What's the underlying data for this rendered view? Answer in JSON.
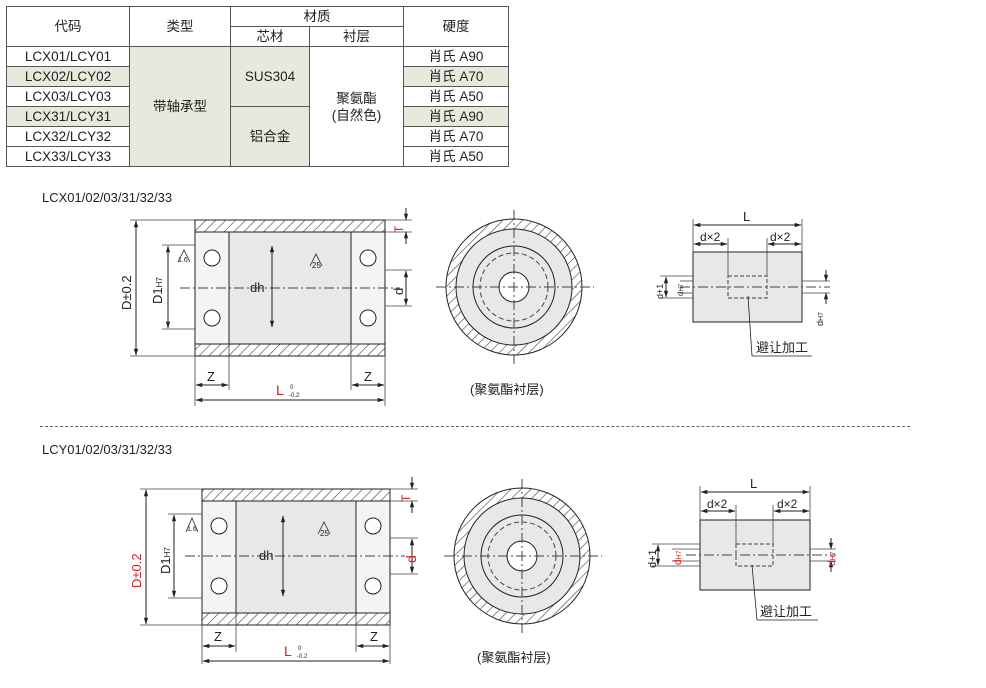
{
  "table": {
    "headers": {
      "code": "代码",
      "type": "类型",
      "material": "材质",
      "core": "芯材",
      "lining": "衬层",
      "hardness": "硬度"
    },
    "type_value": "带轴承型",
    "core_values": [
      "SUS304",
      "铝合金"
    ],
    "lining_value_line1": "聚氨酯",
    "lining_value_line2": "(自然色)",
    "rows": [
      {
        "code": "LCX01/LCY01",
        "hardness": "肖氏 A90",
        "shaded": false
      },
      {
        "code": "LCX02/LCY02",
        "hardness": "肖氏 A70",
        "shaded": true
      },
      {
        "code": "LCX03/LCY03",
        "hardness": "肖氏 A50",
        "shaded": false
      },
      {
        "code": "LCX31/LCY31",
        "hardness": "肖氏 A90",
        "shaded": true
      },
      {
        "code": "LCX32/LCY32",
        "hardness": "肖氏 A70",
        "shaded": false
      },
      {
        "code": "LCX33/LCY33",
        "hardness": "肖氏 A50",
        "shaded": false
      }
    ]
  },
  "section_lcx": {
    "title": "LCX01/02/03/31/32/33"
  },
  "section_lcy": {
    "title": "LCY01/02/03/31/32/33"
  },
  "dims": {
    "D": "D±0.2",
    "D1": "D1",
    "D1_sub": "H7",
    "dh": "dh",
    "d": "d",
    "T": "T",
    "Z": "Z",
    "L": "L",
    "L_tol_upper": "0",
    "L_tol_lower": "-0.2",
    "rough1": "1.6",
    "rough2": "25",
    "lining_caption": "(聚氨酯衬层)",
    "side_L": "L",
    "dx2": "d×2",
    "d_plus1": "d+1",
    "dH7": "d",
    "H7": "H7",
    "relief_label": "避让加工"
  },
  "colors": {
    "hatch": "#444",
    "shade": "#e6e9dc",
    "red": "#d02020",
    "body_fill": "#e8e8e8"
  }
}
